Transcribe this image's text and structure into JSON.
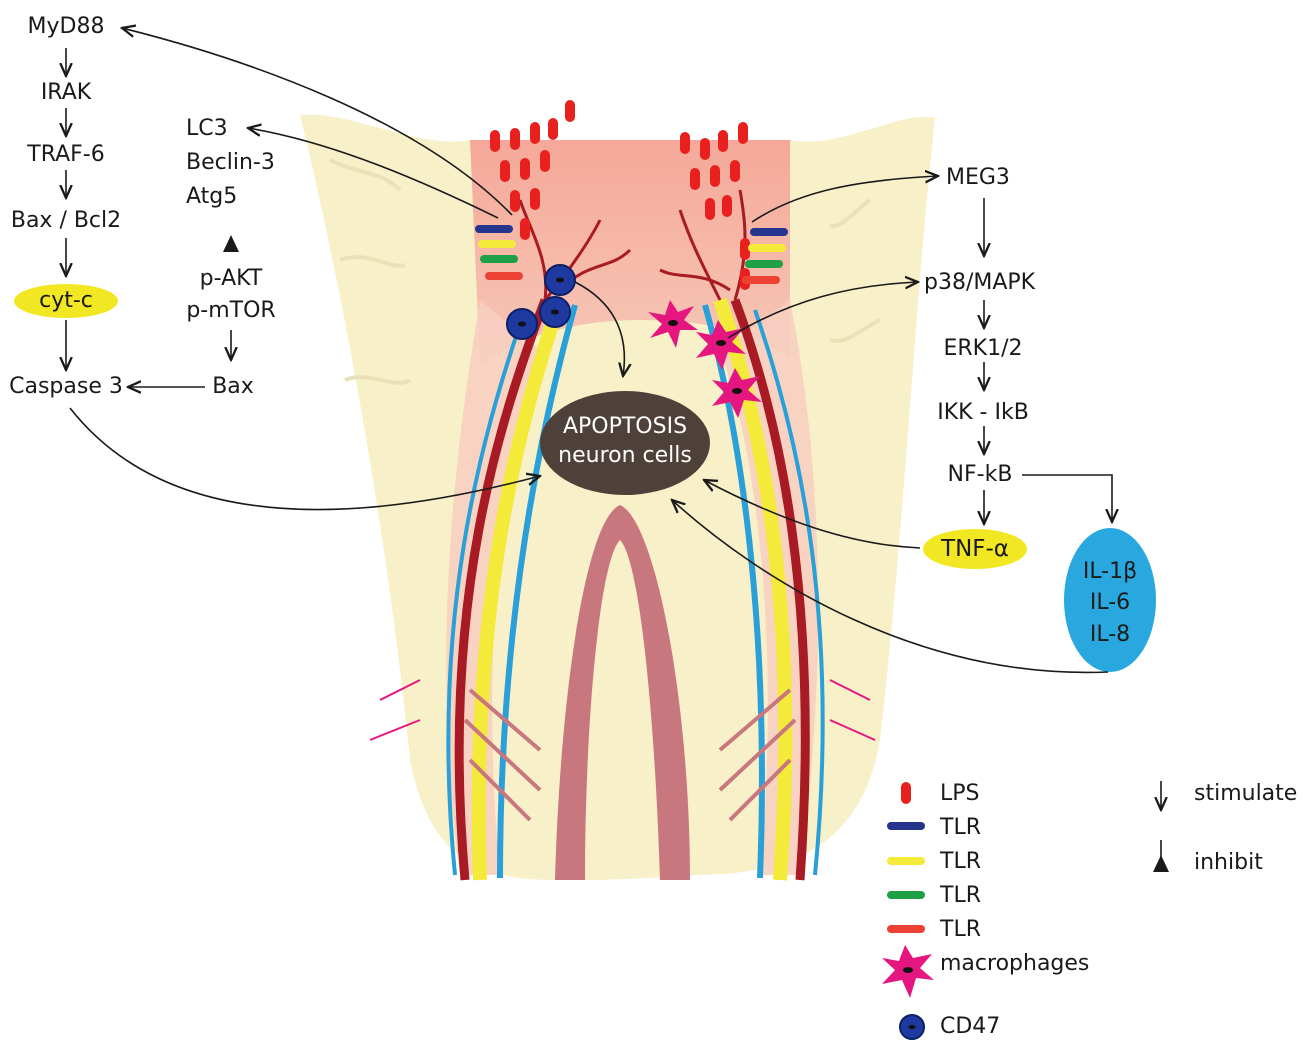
{
  "left_pathway": {
    "myd88": "MyD88",
    "irak": "IRAK",
    "traf6": "TRAF-6",
    "bax_bcl2": "Bax / Bcl2",
    "cytc": "cyt-c",
    "caspase3": "Caspase 3"
  },
  "autophagy": {
    "lc3": "LC3",
    "beclin3": "Beclin-3",
    "atg5": "Atg5",
    "pakt": "p-AKT",
    "pmtor": "p-mTOR",
    "bax": "Bax"
  },
  "right_pathway": {
    "meg3": "MEG3",
    "p38": "p38/MAPK",
    "erk": "ERK1/2",
    "ikk": "IKK - IkB",
    "nfkb": "NF-kB",
    "tnf": "TNF-α",
    "il1b": "IL-1β",
    "il6": "IL-6",
    "il8": "IL-8"
  },
  "center": {
    "line1": "APOPTOSIS",
    "line2": "neuron cells"
  },
  "legend": {
    "lps": "LPS",
    "tlr1": "TLR",
    "tlr2": "TLR",
    "tlr3": "TLR",
    "tlr4": "TLR",
    "macrophages": "macrophages",
    "cd47": "CD47",
    "stimulate": "stimulate",
    "inhibit": "inhibit"
  },
  "colors": {
    "lps": "#e8201e",
    "tlr_blue": "#25348c",
    "tlr_yellow": "#f4ea3a",
    "tlr_green": "#1fa047",
    "tlr_red": "#ee4135",
    "macrophage": "#e5167f",
    "cd47": "#1e3aa0",
    "cyt_c_oval": "#f1e722",
    "tnf_oval": "#f1e722",
    "interleukin_oval": "#29a8e0",
    "apoptosis_oval": "#4e4139",
    "dentin": "#f8f0c8",
    "pulp": "#f4b5a6",
    "vessel": "#a91b24",
    "nerve": "#2a9fd8"
  }
}
